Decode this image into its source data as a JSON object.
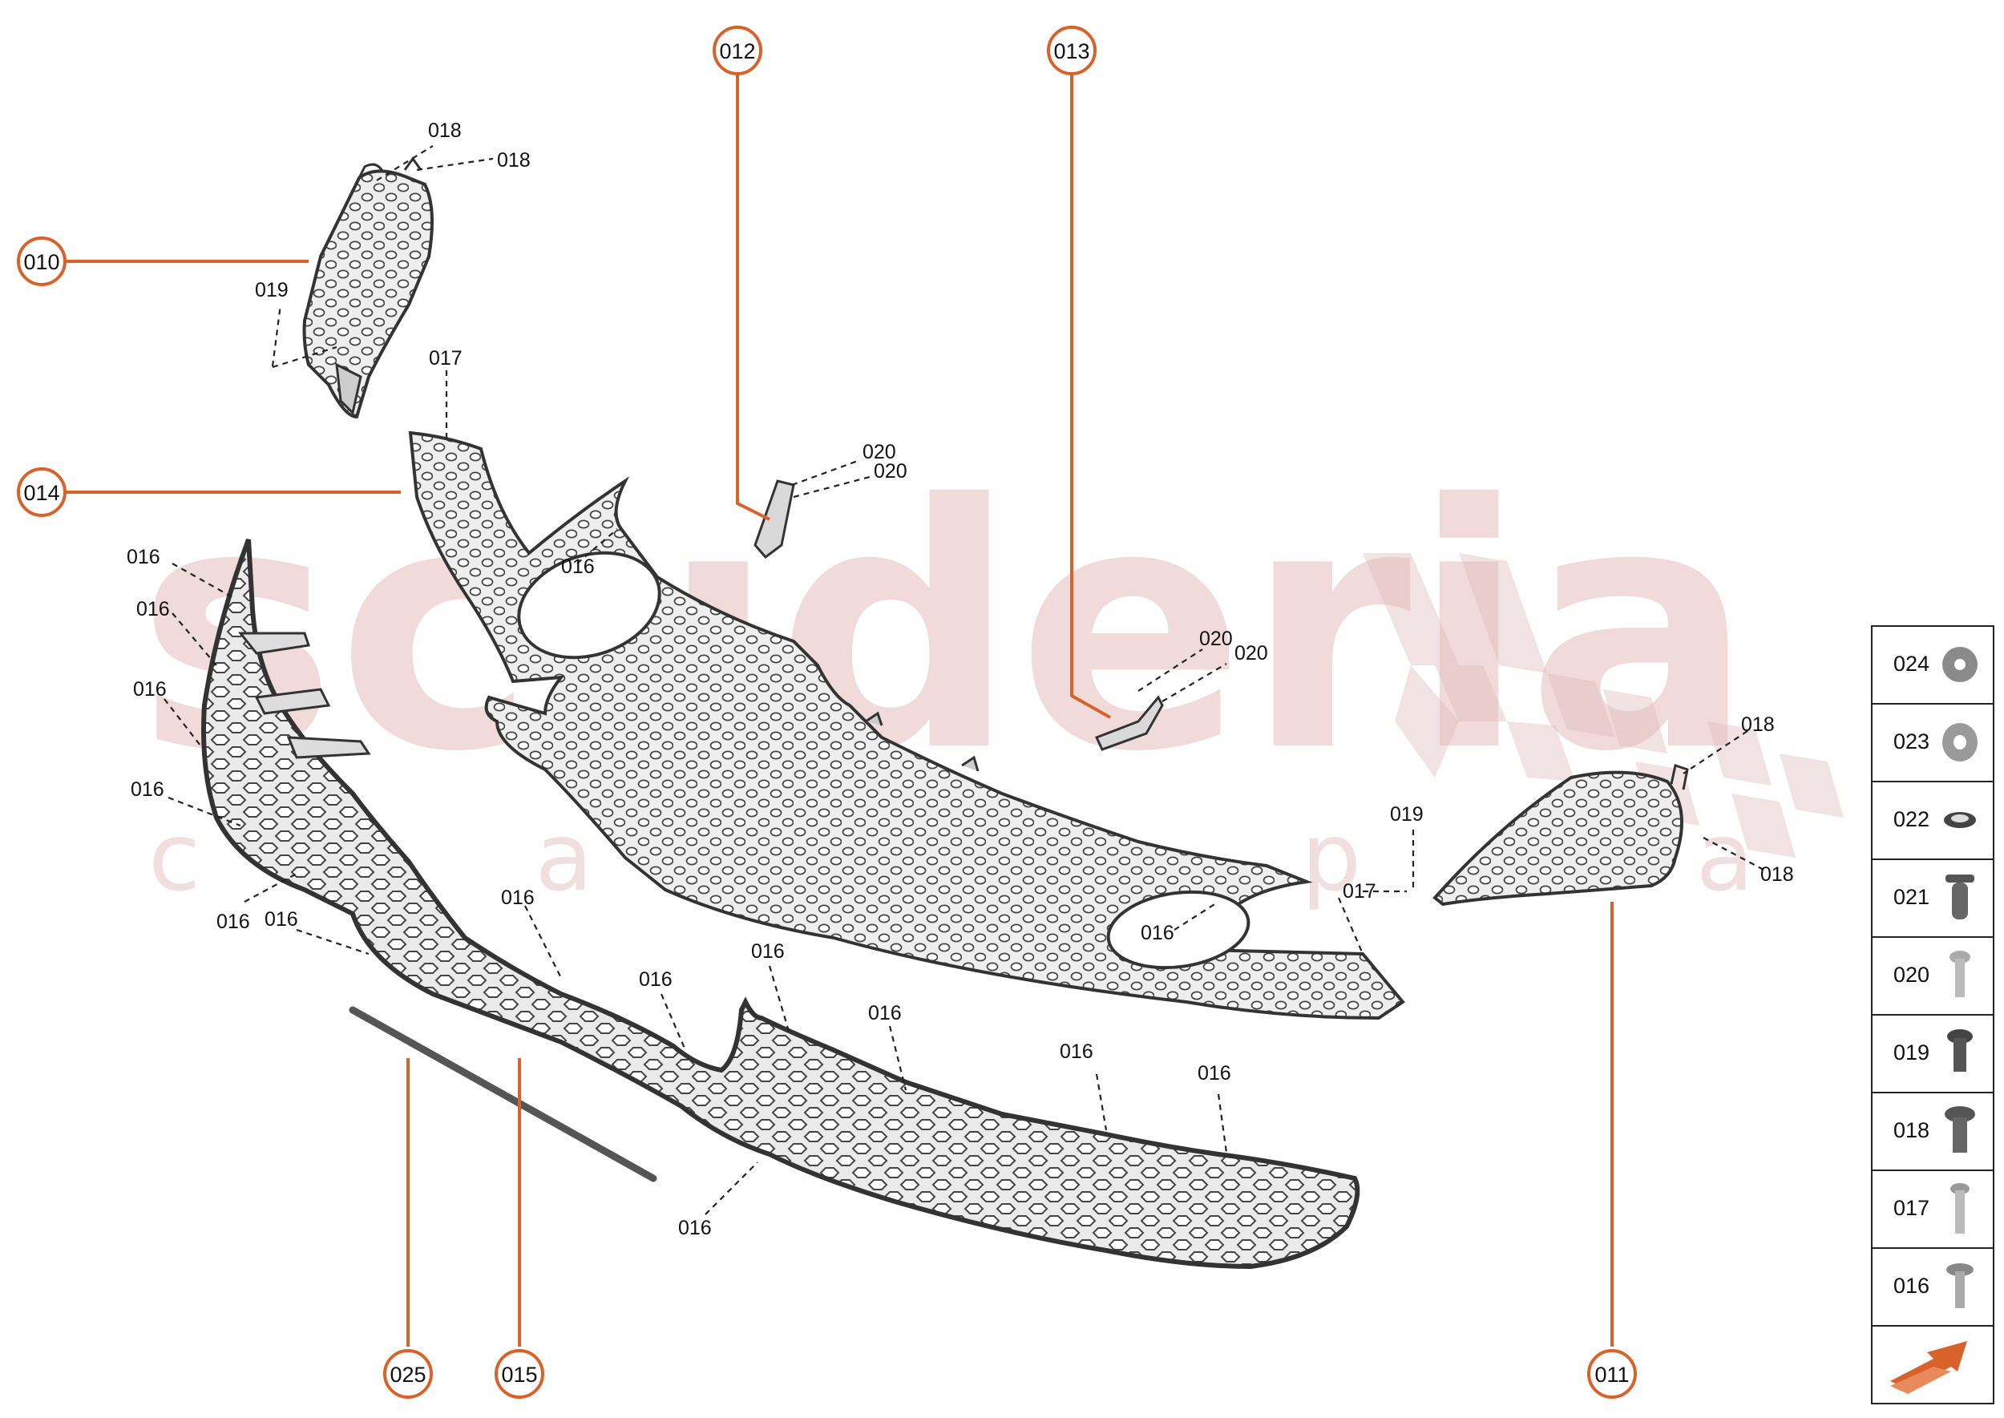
{
  "watermark": {
    "brand": "scuderia",
    "tagline": "c a r p a r t s"
  },
  "callouts": [
    {
      "id": "010",
      "label": "010"
    },
    {
      "id": "014",
      "label": "014"
    },
    {
      "id": "012",
      "label": "012"
    },
    {
      "id": "013",
      "label": "013"
    },
    {
      "id": "011",
      "label": "011"
    },
    {
      "id": "025",
      "label": "025"
    },
    {
      "id": "015",
      "label": "015"
    }
  ],
  "reference_labels": [
    "018",
    "018",
    "019",
    "017",
    "020",
    "020",
    "020",
    "020",
    "016",
    "016",
    "016",
    "016",
    "016",
    "016",
    "016",
    "016",
    "016",
    "016",
    "016",
    "016",
    "016",
    "016",
    "019",
    "017",
    "018",
    "018",
    "016"
  ],
  "legend": [
    {
      "code": "024",
      "icon": "washer-icon"
    },
    {
      "code": "023",
      "icon": "flat-washer-icon"
    },
    {
      "code": "022",
      "icon": "clip-nut-icon"
    },
    {
      "code": "021",
      "icon": "plastic-rivet-icon"
    },
    {
      "code": "020",
      "icon": "screw-icon"
    },
    {
      "code": "019",
      "icon": "bolt-icon"
    },
    {
      "code": "018",
      "icon": "bolt-large-icon"
    },
    {
      "code": "017",
      "icon": "long-screw-icon"
    },
    {
      "code": "016",
      "icon": "flange-screw-icon"
    },
    {
      "code": "",
      "icon": "next-arrow-icon"
    }
  ],
  "colors": {
    "accent": "#d9622b",
    "outline": "#333333",
    "panel": "#e9e9e9",
    "watermark": "#e4bcbc"
  }
}
